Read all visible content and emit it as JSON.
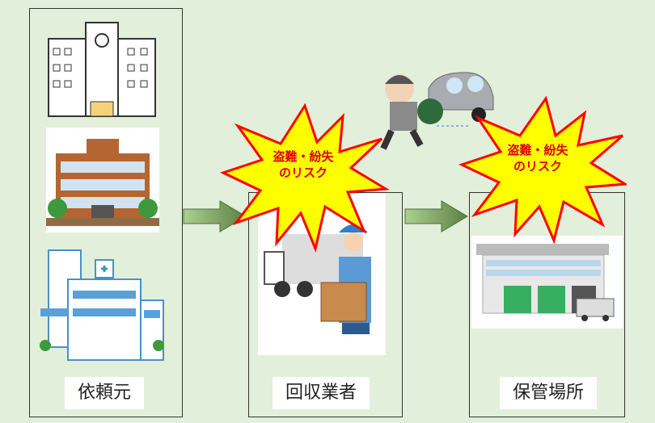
{
  "stages": [
    {
      "label": "依頼元"
    },
    {
      "label": "回収業者"
    },
    {
      "label": "保管場所"
    }
  ],
  "risks": [
    {
      "line1": "盗難・紛失",
      "line2": "のリスク"
    },
    {
      "line1": "盗難・紛失",
      "line2": "のリスク"
    }
  ],
  "colors": {
    "background": "#e2efda",
    "star_fill": "#ffff00",
    "star_stroke": "#ff0000",
    "risk_text": "#e00000",
    "arrow": "#6f8f4f"
  }
}
